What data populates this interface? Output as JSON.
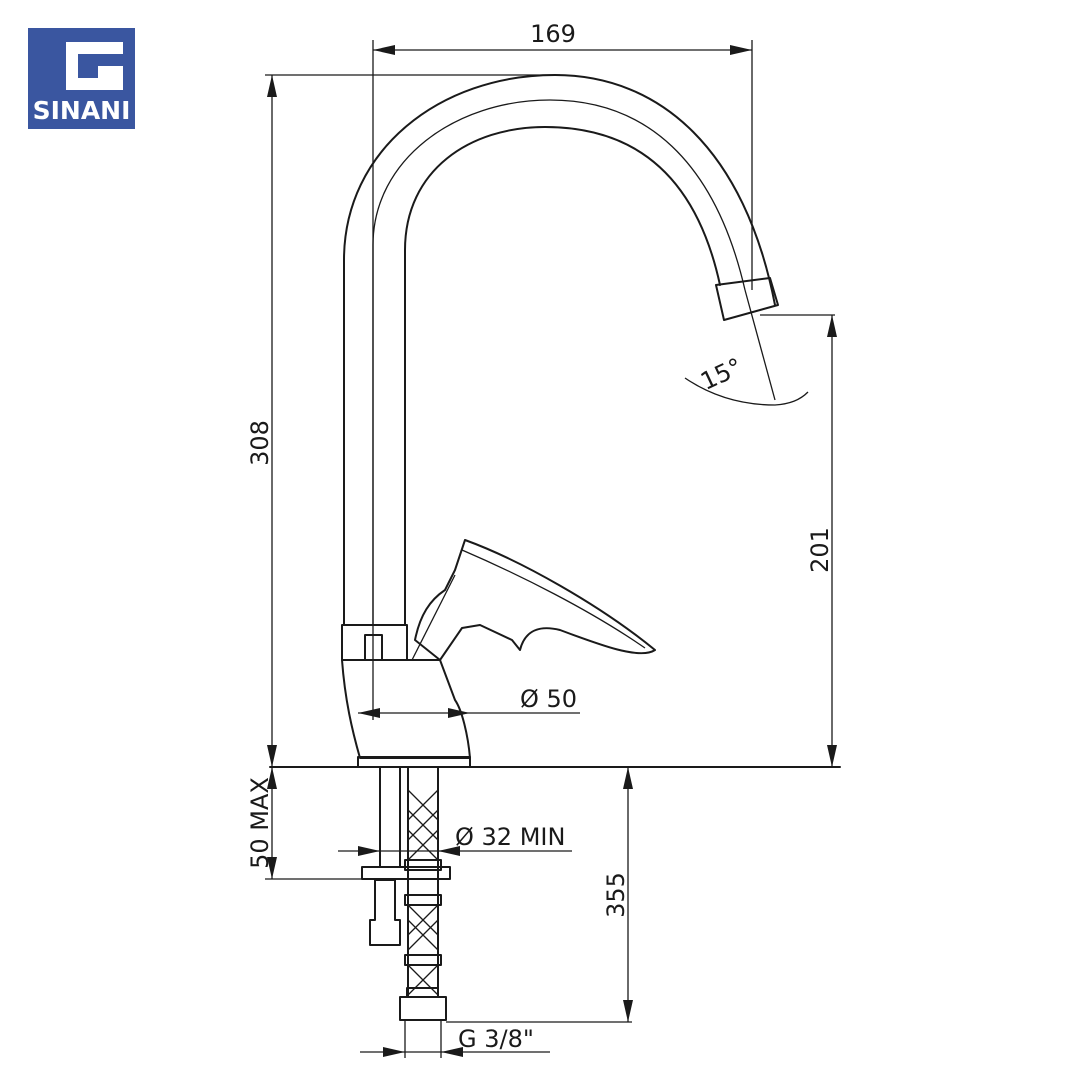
{
  "brand": {
    "name": "SINANI",
    "color": "#3a56a0"
  },
  "dimensions": {
    "width_top": "169",
    "height_total": "308",
    "spout_height": "201",
    "angle": "15°",
    "base_diameter": "Ø 50",
    "hole_diameter": "Ø 32 MIN",
    "deck_thickness": "50 MAX",
    "hose_length": "355",
    "thread": "G  3/8\""
  }
}
